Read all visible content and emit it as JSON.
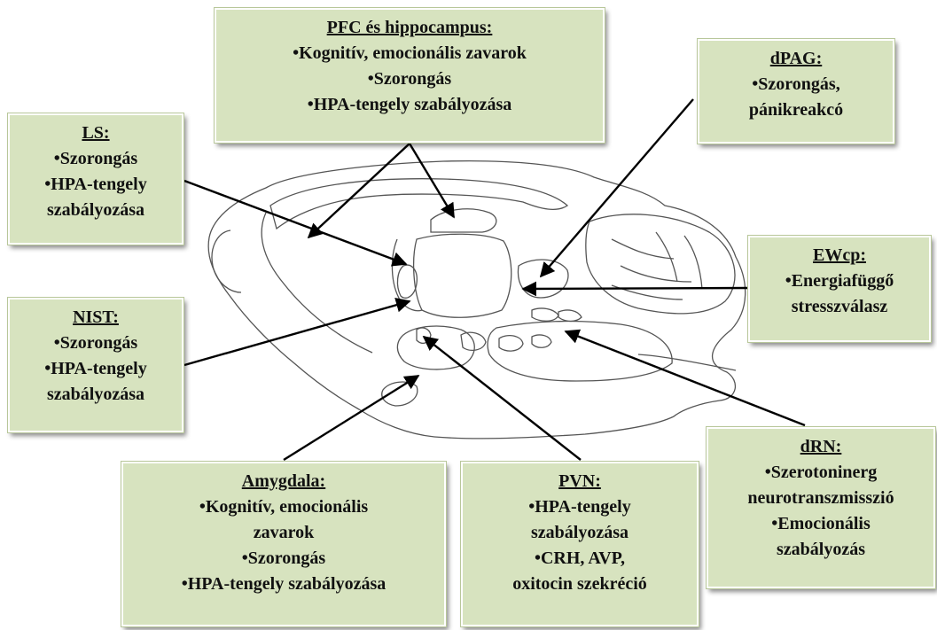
{
  "boxes": {
    "pfc": {
      "title": "PFC és hippocampus:",
      "lines": [
        "•Kognitív, emocionális zavarok",
        "•Szorongás",
        "•HPA-tengely szabályozása"
      ]
    },
    "dpag": {
      "title": "dPAG:",
      "lines": [
        "•Szorongás,",
        "pánikreakcó"
      ]
    },
    "ls": {
      "title": "LS:",
      "lines": [
        "•Szorongás",
        "•HPA-tengely",
        "szabályozása"
      ]
    },
    "ewcp": {
      "title": "EWcp:",
      "lines": [
        "•Energiafüggő",
        "stresszválasz"
      ]
    },
    "nist": {
      "title": "NIST:",
      "lines": [
        "•Szorongás",
        "•HPA-tengely",
        "szabályozása"
      ]
    },
    "drn": {
      "title": "dRN:",
      "lines": [
        "•Szerotoninerg",
        "neurotranszmisszió",
        "•Emocionális",
        "szabályozás"
      ]
    },
    "amygdala": {
      "title": "Amygdala:",
      "lines": [
        "•Kognitív, emocionális",
        "zavarok",
        "•Szorongás",
        "•HPA-tengely szabályozása"
      ]
    },
    "pvn": {
      "title": "PVN:",
      "lines": [
        "•HPA-tengely",
        "szabályozása",
        "•CRH, AVP,",
        "oxitocin szekréció"
      ]
    }
  },
  "colors": {
    "box_fill": "#d7e3bf",
    "arrow": "#000000",
    "outline": "#555555"
  }
}
